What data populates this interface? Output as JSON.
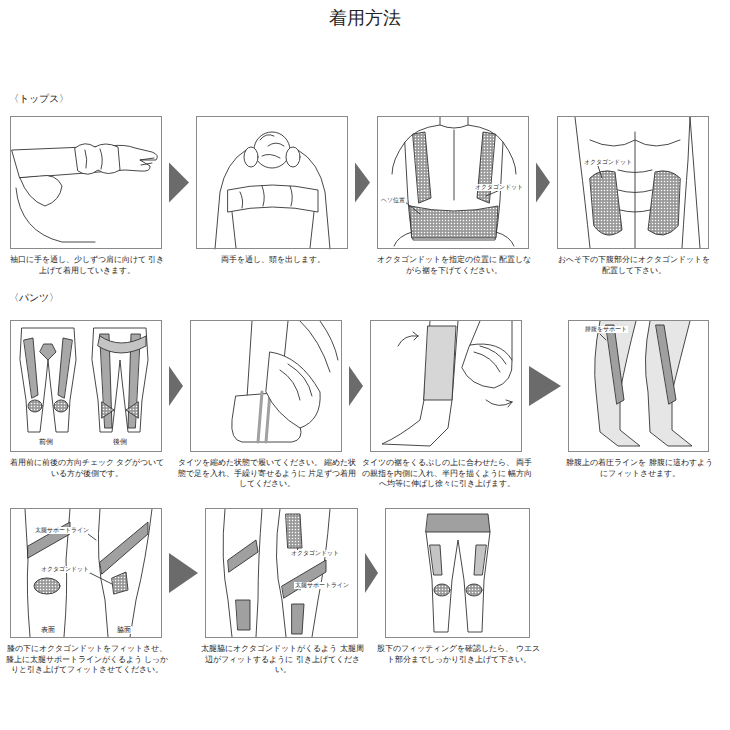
{
  "diagram": {
    "title": "着用方法",
    "nodes": [
      {
        "text": [
          "袖口に手を通し、少しずつ肩に向けて 引き上げて着用していきます。"
        ]
      },
      {
        "text": [
          "両手を通し、頭を出します。"
        ]
      },
      {
        "text": [
          "オクタゴンドットを指定の位置に 配置しながら裾を下げてください。"
        ]
      },
      {
        "text": [
          "おへそ下の下腹部分にオクタゴンドットを 配置して下さい。"
        ]
      },
      {
        "text": [
          "着用前に前後の方向チェック タグがついている方が後側です。"
        ]
      },
      {
        "text": [
          "タイツを縮めた状態で履いてください。 縮めた状態で足を入れ、手繰り寄せるように 片足ずつ着用してください。"
        ]
      },
      {
        "text": [
          "タイツの裾をくるぶしの上に合わせたら、 両手の親指を内側に入れ、半円を描くように 幅方向へ均等に伸ばし徐々に引き上げます。"
        ]
      },
      {
        "text": [
          "腓腹上の着圧ラインを 腓腹に這わすようにフィットさせます。"
        ]
      },
      {
        "text": [
          "膝の下にオクタゴンドットをフィットさせ、 膝上に太腿サポートラインがくるよう しっかりと引き上げてフィットさせてください。"
        ]
      },
      {
        "text": [
          "太腿脇にオクタゴンドットがくるよう 太腿周辺がフィットするように 引き上げてください。"
        ]
      },
      {
        "text": [
          "股下のフィッティングを確認したら、 ウエスト部分までしっかり引き上げて下さい。"
        ]
      }
    ],
    "edges": [
      {
        "from": 0,
        "to": 1,
        "arrow": "to"
      },
      {
        "from": 1,
        "to": 2,
        "arrow": "to"
      },
      {
        "from": 2,
        "to": 3,
        "arrow": "to"
      },
      {
        "from": 4,
        "to": 5,
        "arrow": "to"
      },
      {
        "from": 5,
        "to": 6,
        "arrow": "to"
      },
      {
        "from": 6,
        "to": 7,
        "arrow": "to"
      },
      {
        "from": 8,
        "to": 9,
        "arrow": "to"
      },
      {
        "from": 9,
        "to": 10,
        "arrow": "to"
      }
    ],
    "labels": [
      "〈トップス〉",
      "ヘソ位置",
      "オクタゴンドット",
      "オクタゴンドット",
      "〈パンツ〉",
      "前側",
      "後側",
      "腓腹をサポート",
      "太腿サポートライン",
      "オクタゴンドット",
      "表面",
      "脇面",
      "オクタゴンドット",
      "太腿サポートライン"
    ]
  }
}
